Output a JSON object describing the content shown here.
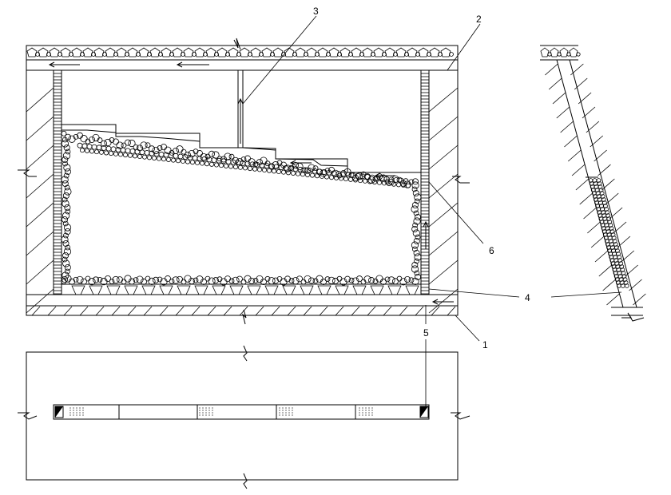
{
  "callouts": [
    {
      "id": "1",
      "label": "1"
    },
    {
      "id": "2",
      "label": "2"
    },
    {
      "id": "3",
      "label": "3"
    },
    {
      "id": "4",
      "label": "4"
    },
    {
      "id": "5",
      "label": "5"
    },
    {
      "id": "6",
      "label": "6"
    }
  ],
  "colors": {
    "line": "#000000",
    "background": "#ffffff"
  },
  "icons": [
    "left-arrow-icon",
    "up-arrow-icon",
    "break-symbol-icon",
    "fill-pattern-icon"
  ]
}
